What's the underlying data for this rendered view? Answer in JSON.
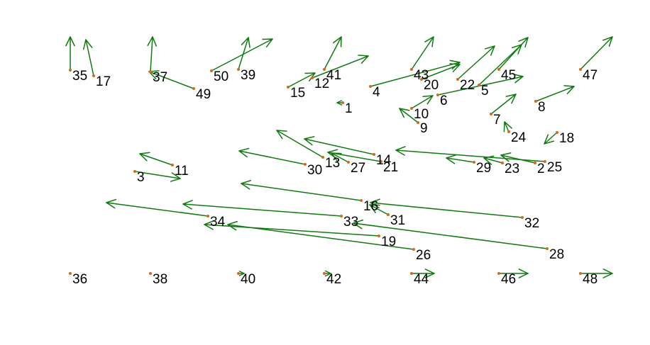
{
  "chart_data": {
    "type": "vector-field",
    "title": "",
    "xlabel": "",
    "ylabel": "",
    "grid": false,
    "legend": false,
    "xlim": [
      0,
      916
    ],
    "ylim": [
      0,
      487
    ],
    "colors": {
      "arrow": "#107a10",
      "point": "#d2691e",
      "label": "#000000"
    },
    "points": [
      {
        "id": "1",
        "x": 483,
        "y": 145,
        "dx": -8,
        "dy": 0
      },
      {
        "id": "2",
        "x": 754,
        "y": 230,
        "dx": -48,
        "dy": -11
      },
      {
        "id": "3",
        "x": 190,
        "y": 242,
        "dx": 64,
        "dy": 10
      },
      {
        "id": "4",
        "x": 522,
        "y": 122,
        "dx": 126,
        "dy": -34
      },
      {
        "id": "5",
        "x": 675,
        "y": 120,
        "dx": 60,
        "dy": -57
      },
      {
        "id": "6",
        "x": 617,
        "y": 134,
        "dx": 120,
        "dy": -26
      },
      {
        "id": "7",
        "x": 692,
        "y": 161,
        "dx": 35,
        "dy": -28
      },
      {
        "id": "8",
        "x": 755,
        "y": 143,
        "dx": 54,
        "dy": -21
      },
      {
        "id": "9",
        "x": 589,
        "y": 173,
        "dx": -26,
        "dy": -20
      },
      {
        "id": "10",
        "x": 580,
        "y": 153,
        "dx": 30,
        "dy": -18
      },
      {
        "id": "11",
        "x": 243,
        "y": 233,
        "dx": -46,
        "dy": -16
      },
      {
        "id": "12",
        "x": 440,
        "y": 110,
        "dx": 79,
        "dy": -31
      },
      {
        "id": "13",
        "x": 455,
        "y": 222,
        "dx": -65,
        "dy": -38
      },
      {
        "id": "14",
        "x": 527,
        "y": 218,
        "dx": -98,
        "dy": -22
      },
      {
        "id": "15",
        "x": 406,
        "y": 123,
        "dx": 38,
        "dy": -20
      },
      {
        "id": "16",
        "x": 509,
        "y": 283,
        "dx": -169,
        "dy": -24
      },
      {
        "id": "17",
        "x": 132,
        "y": 107,
        "dx": -11,
        "dy": -51
      },
      {
        "id": "18",
        "x": 785,
        "y": 187,
        "dx": -18,
        "dy": 16
      },
      {
        "id": "19",
        "x": 534,
        "y": 333,
        "dx": -246,
        "dy": -16
      },
      {
        "id": "20",
        "x": 594,
        "y": 112,
        "dx": 54,
        "dy": -21
      },
      {
        "id": "21",
        "x": 537,
        "y": 228,
        "dx": -75,
        "dy": -13
      },
      {
        "id": "22",
        "x": 645,
        "y": 112,
        "dx": 52,
        "dy": -47
      },
      {
        "id": "23",
        "x": 708,
        "y": 230,
        "dx": -26,
        "dy": -7
      },
      {
        "id": "24",
        "x": 717,
        "y": 186,
        "dx": -6,
        "dy": -14
      },
      {
        "id": "25",
        "x": 768,
        "y": 228,
        "dx": -210,
        "dy": -16
      },
      {
        "id": "26",
        "x": 583,
        "y": 352,
        "dx": -262,
        "dy": -35
      },
      {
        "id": "27",
        "x": 491,
        "y": 229,
        "dx": -24,
        "dy": -13
      },
      {
        "id": "28",
        "x": 771,
        "y": 351,
        "dx": -273,
        "dy": -36
      },
      {
        "id": "29",
        "x": 668,
        "y": 229,
        "dx": -39,
        "dy": -6
      },
      {
        "id": "30",
        "x": 430,
        "y": 232,
        "dx": -93,
        "dy": -19
      },
      {
        "id": "31",
        "x": 547,
        "y": 303,
        "dx": -26,
        "dy": -14
      },
      {
        "id": "32",
        "x": 736,
        "y": 307,
        "dx": -214,
        "dy": -21
      },
      {
        "id": "33",
        "x": 481,
        "y": 305,
        "dx": -223,
        "dy": -17
      },
      {
        "id": "34",
        "x": 293,
        "y": 305,
        "dx": -143,
        "dy": -19
      },
      {
        "id": "35",
        "x": 99,
        "y": 99,
        "dx": 0,
        "dy": -47
      },
      {
        "id": "36",
        "x": 99,
        "y": 386,
        "dx": 0,
        "dy": 0
      },
      {
        "id": "37",
        "x": 212,
        "y": 101,
        "dx": 3,
        "dy": -49
      },
      {
        "id": "38",
        "x": 212,
        "y": 386,
        "dx": 0,
        "dy": 0
      },
      {
        "id": "39",
        "x": 336,
        "y": 98,
        "dx": 14,
        "dy": -45
      },
      {
        "id": "40",
        "x": 336,
        "y": 386,
        "dx": 8,
        "dy": 0
      },
      {
        "id": "41",
        "x": 457,
        "y": 98,
        "dx": 24,
        "dy": -46
      },
      {
        "id": "42",
        "x": 457,
        "y": 386,
        "dx": 9,
        "dy": 0
      },
      {
        "id": "43",
        "x": 580,
        "y": 98,
        "dx": 31,
        "dy": -46
      },
      {
        "id": "44",
        "x": 580,
        "y": 386,
        "dx": 32,
        "dy": 0
      },
      {
        "id": "45",
        "x": 703,
        "y": 98,
        "dx": 41,
        "dy": -45
      },
      {
        "id": "46",
        "x": 703,
        "y": 386,
        "dx": 41,
        "dy": 0
      },
      {
        "id": "47",
        "x": 818,
        "y": 98,
        "dx": 45,
        "dy": -46
      },
      {
        "id": "48",
        "x": 818,
        "y": 386,
        "dx": 45,
        "dy": 0
      },
      {
        "id": "49",
        "x": 273,
        "y": 125,
        "dx": -63,
        "dy": -24
      },
      {
        "id": "50",
        "x": 298,
        "y": 100,
        "dx": 86,
        "dy": -45
      }
    ]
  }
}
